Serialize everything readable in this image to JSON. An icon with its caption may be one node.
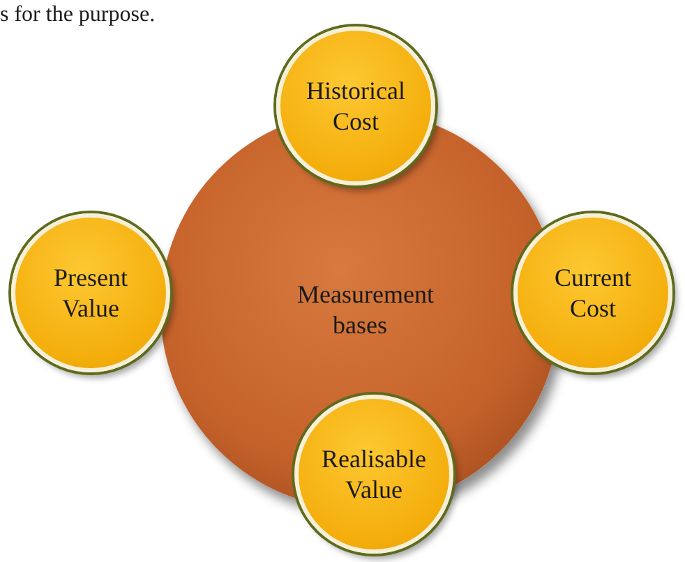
{
  "diagram": {
    "nodes": [
      {
        "text": [
          "Measurement bases"
        ]
      },
      {
        "text": [
          "Historical Cost"
        ]
      },
      {
        "text": [
          "Present Value"
        ]
      },
      {
        "text": [
          "Current Cost"
        ]
      },
      {
        "text": [
          "Realisable Value"
        ]
      }
    ],
    "labels": [
      "s for the purpose."
    ]
  }
}
